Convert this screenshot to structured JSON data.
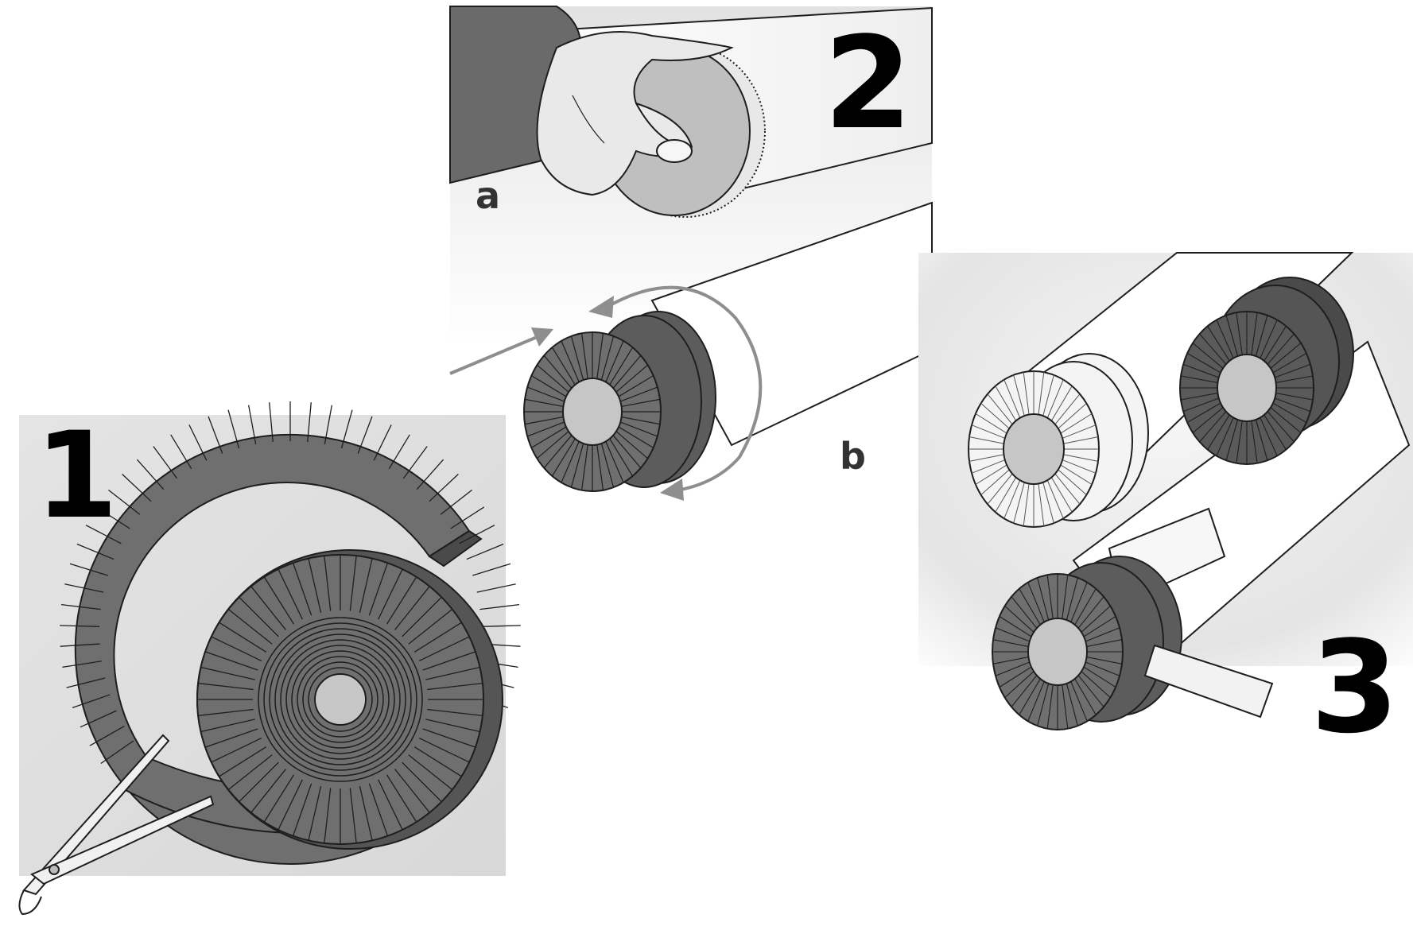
{
  "panels": [
    {
      "id": "step-1",
      "number": "1"
    },
    {
      "id": "step-2",
      "number": "2",
      "sub_labels": [
        "a",
        "b"
      ]
    },
    {
      "id": "step-3",
      "number": "3"
    }
  ],
  "colors": {
    "tape_dark": "#6f6f6f",
    "tape_light": "#f4f4f4",
    "hub": "#c6c6c6",
    "panel_bg": "#e6e6e6",
    "arrow": "#8e8e8e",
    "outline": "#1e1e1e"
  },
  "icons": [
    "scissors-icon",
    "hand-icon",
    "rotate-arrow-icon",
    "push-arrow-icon"
  ]
}
